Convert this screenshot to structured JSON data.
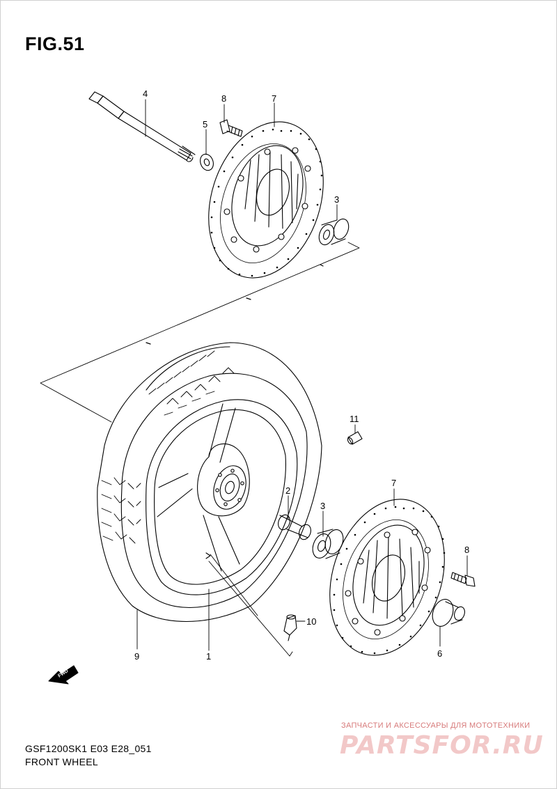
{
  "figure": {
    "title": "FIG.51"
  },
  "callouts": {
    "axle": "4",
    "bolt_top": "8",
    "washer": "5",
    "disc_top": "7",
    "bearing_top": "3",
    "valve_cap": "11",
    "spacer": "2",
    "bearing_bottom": "3",
    "disc_bottom": "7",
    "bolt_bottom": "8",
    "valve": "10",
    "collar": "6",
    "tire": "9",
    "wheel": "1"
  },
  "fwd_label": "FWD",
  "footer": {
    "model_code": "GSF1200SK1  E03  E28_051",
    "section_name": "FRONT WHEEL"
  },
  "watermark": {
    "tagline": "ЗАПЧАСТИ И АКСЕССУАРЫ ДЛЯ МОТОТЕХНИКИ",
    "brand": "PARTSFOR.RU"
  },
  "colors": {
    "line": "#000000",
    "watermark_tagline": "#d77a7a",
    "watermark_brand": "#f2c8c8"
  }
}
